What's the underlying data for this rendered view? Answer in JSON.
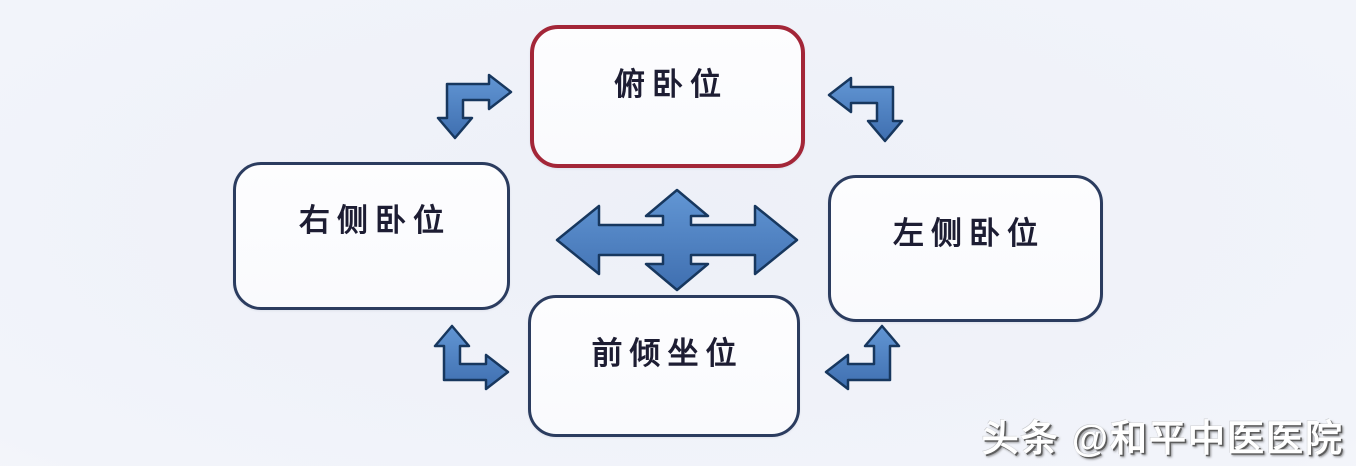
{
  "diagram": {
    "title_implicit": "体位互换示意图",
    "nodes": [
      {
        "id": "prone",
        "label": "俯卧位",
        "position": "top",
        "border_color": "#a32638",
        "highlighted": true
      },
      {
        "id": "right-lateral",
        "label": "右侧卧位",
        "position": "left",
        "border_color": "#2b3c5f",
        "highlighted": false
      },
      {
        "id": "left-lateral",
        "label": "左侧卧位",
        "position": "right",
        "border_color": "#2b3c5f",
        "highlighted": false
      },
      {
        "id": "forward-sitting",
        "label": "前倾坐位",
        "position": "bottom",
        "border_color": "#2b3c5f",
        "highlighted": false
      }
    ],
    "connectors": [
      {
        "icon": "quad-arrow-icon",
        "between": "all-center"
      },
      {
        "icon": "bent-arrow-top-left-icon",
        "between": "prone <-> right-lateral"
      },
      {
        "icon": "bent-arrow-top-right-icon",
        "between": "prone <-> left-lateral"
      },
      {
        "icon": "bent-arrow-bottom-left-icon",
        "between": "right-lateral <-> forward-sitting"
      },
      {
        "icon": "bent-arrow-bottom-right-icon",
        "between": "left-lateral <-> forward-sitting"
      }
    ],
    "colors": {
      "arrow_fill_top": "#6296d4",
      "arrow_fill_bottom": "#3f6fb0",
      "arrow_stroke": "#17375e",
      "node_border": "#2b3c5f",
      "node_border_highlight": "#a32638",
      "node_fill": "#fbfcfe",
      "label_text": "#1d1d33",
      "background": "#f2f4fa"
    }
  },
  "watermark": {
    "text": "头条 @和平中医医院"
  }
}
